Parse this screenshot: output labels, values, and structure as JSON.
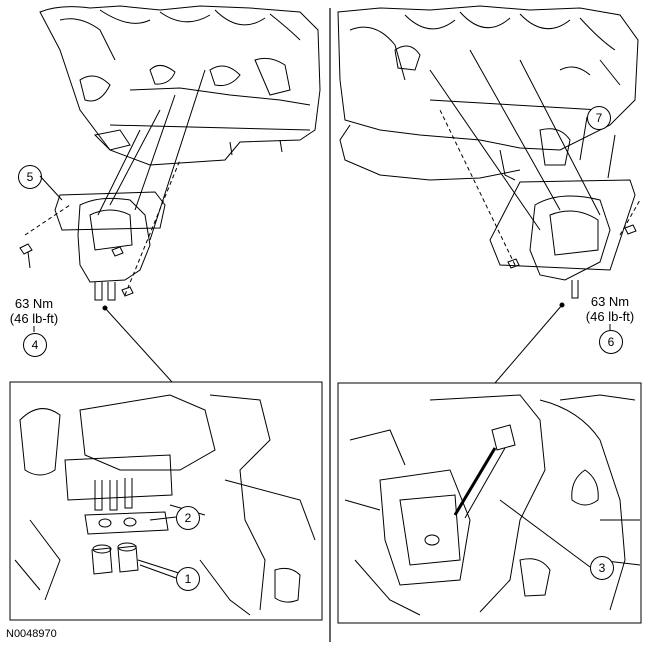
{
  "figure_id": "N0048970",
  "left_panel": {
    "torque_value": "63 Nm",
    "torque_value_imperial": "(46 lb-ft)",
    "callouts": [
      "5",
      "4"
    ],
    "detail_callouts": [
      "2",
      "1"
    ]
  },
  "right_panel": {
    "torque_value": "63 Nm",
    "torque_value_imperial": "(46 lb-ft)",
    "callouts": [
      "7",
      "6"
    ],
    "detail_callouts": [
      "3"
    ]
  },
  "colors": {
    "line": "#000000",
    "background": "#ffffff"
  }
}
